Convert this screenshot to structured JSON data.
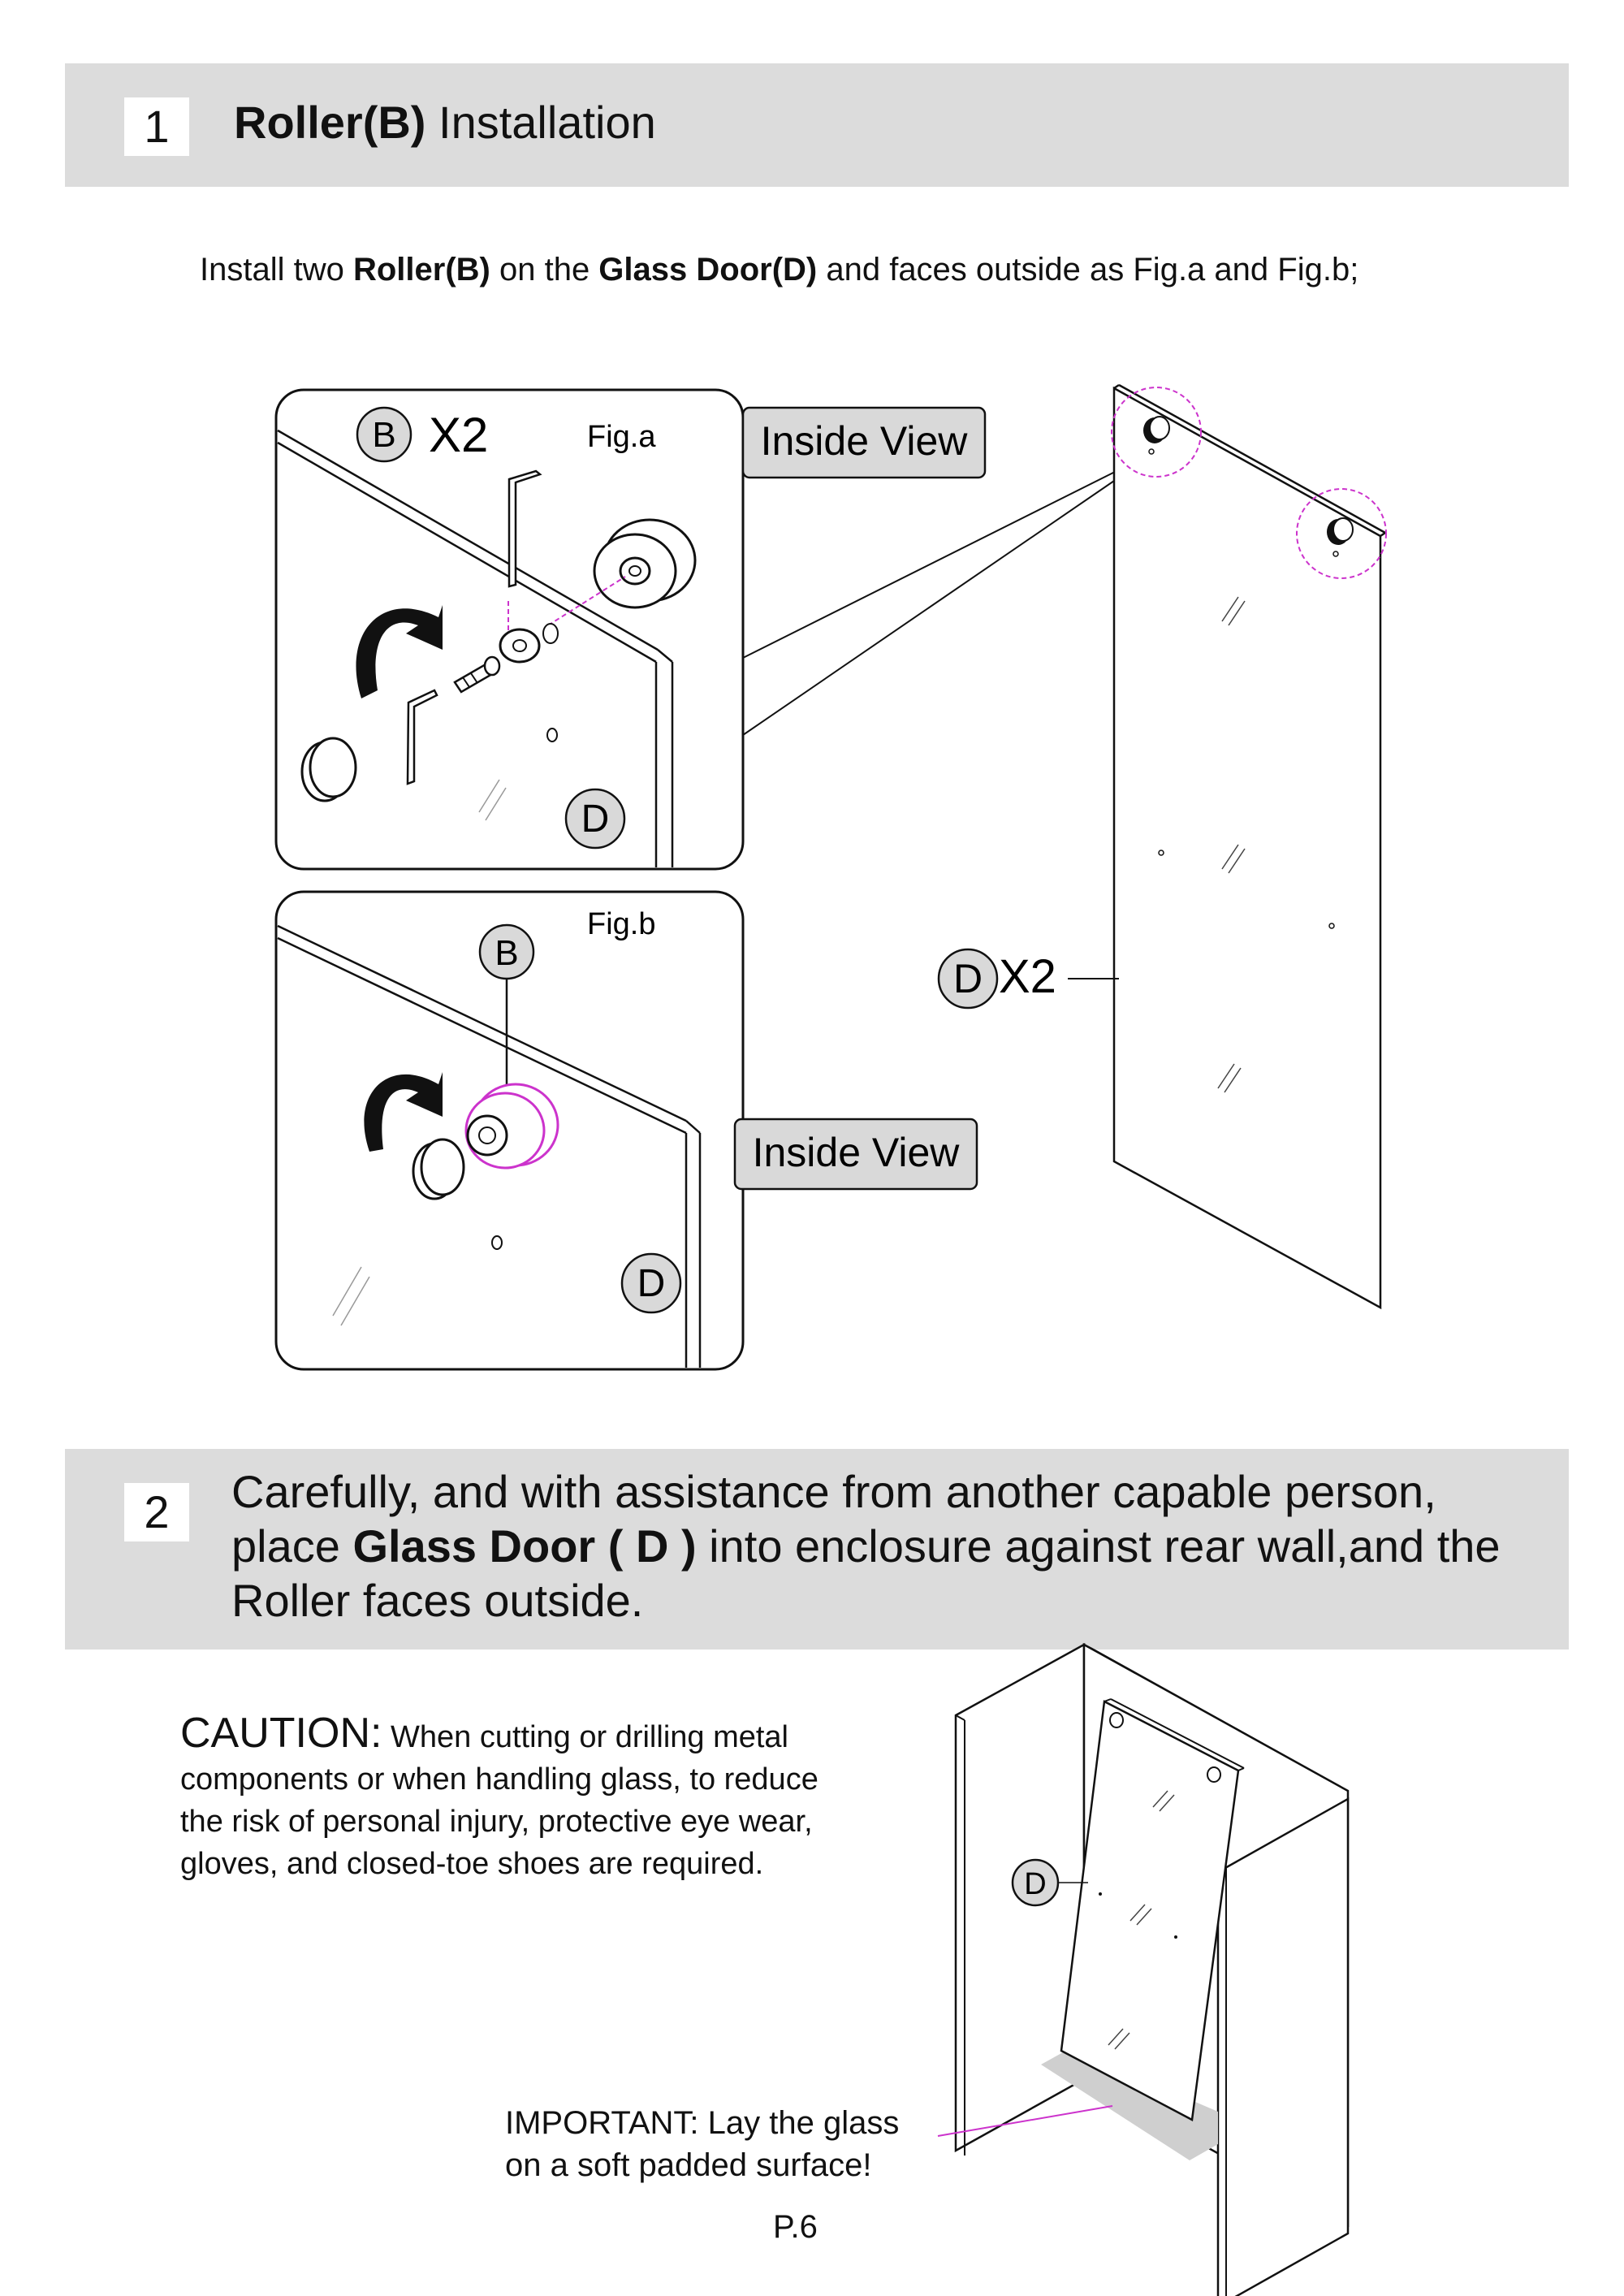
{
  "step1": {
    "number": "1",
    "title_bold": "Roller(B)",
    "title_rest": " Installation",
    "instruction": {
      "t1": "Install two ",
      "b1": "Roller(B)",
      "t2": " on the ",
      "b2": "Glass Door(D)",
      "t3": " and faces outside as Fig.a and Fig.b;"
    }
  },
  "figures": {
    "fig_a": "Fig.a",
    "fig_b": "Fig.b",
    "inside_view": "Inside View",
    "label_b": "B",
    "label_d": "D",
    "qty_x2": "X2"
  },
  "step2": {
    "number": "2",
    "line1": "Carefully, and with assistance from another capable person,",
    "line2_pre": "place ",
    "line2_bold": "Glass Door ( D )",
    "line2_post": " into enclosure against rear wall,and the",
    "line3": "Roller faces outside."
  },
  "caution": {
    "head": "CAUTION:",
    "line1": " When cutting or drilling metal",
    "line2": "components or when handling glass, to reduce",
    "line3": "the risk of personal injury, protective eye wear,",
    "line4": "gloves, and closed-toe shoes are required."
  },
  "important": {
    "line1": "IMPORTANT: Lay the glass",
    "line2": "on a soft padded surface!"
  },
  "page_number": "P.6",
  "colors": {
    "band": "#dcdcdc",
    "accent_magenta": "#cc33cc",
    "tag_fill": "#d9d9d9"
  }
}
